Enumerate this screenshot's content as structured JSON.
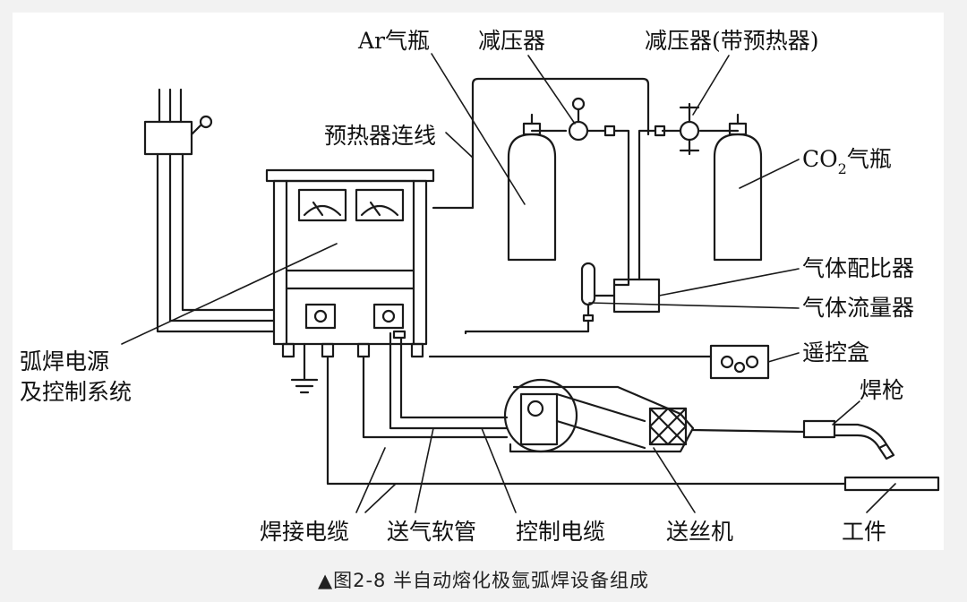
{
  "labels": {
    "ar_cylinder": "Ar气瓶",
    "regulator": "减压器",
    "regulator_heated": "减压器(带预热器)",
    "preheater_wire": "预热器连线",
    "co2_prefix": "CO",
    "co2_sub": "2",
    "co2_suffix": "气瓶",
    "gas_mixer": "气体配比器",
    "flow_meter": "气体流量器",
    "remote_box": "遥控盒",
    "welding_torch": "焊枪",
    "power_source_line1": "弧焊电源",
    "power_source_line2": "及控制系统",
    "welding_cable": "焊接电缆",
    "gas_hose": "送气软管",
    "control_cable": "控制电缆",
    "wire_feeder": "送丝机",
    "workpiece": "工件"
  },
  "caption": "▲图2-8 半自动熔化极氩弧焊设备组成"
}
